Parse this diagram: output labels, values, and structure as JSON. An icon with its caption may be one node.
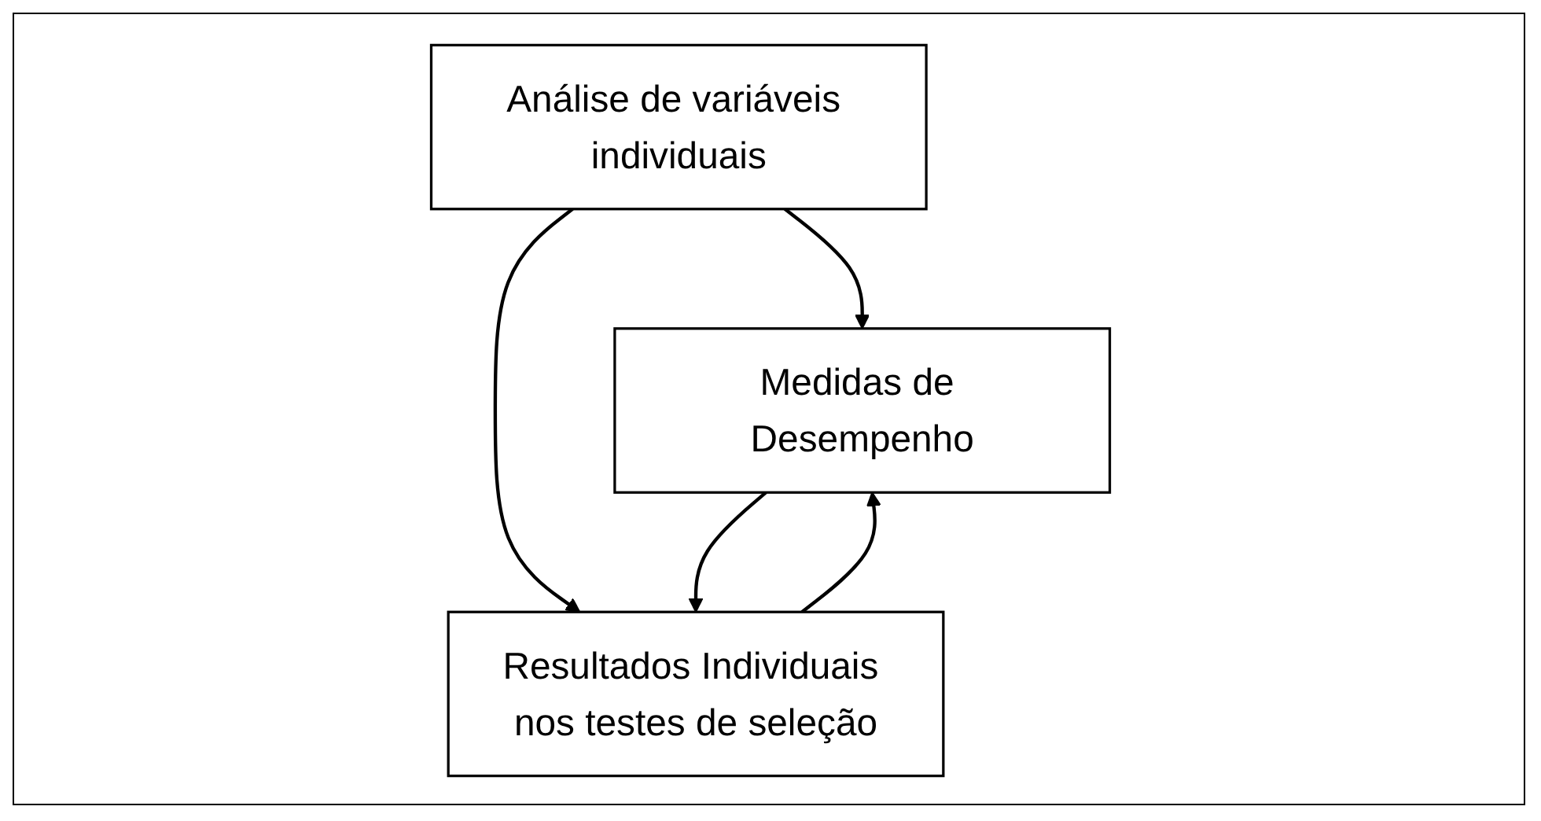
{
  "diagram": {
    "nodes": [
      {
        "text": [
          "Análise de variáveis individuais"
        ]
      },
      {
        "text": [
          "Medidas de Desempenho"
        ]
      },
      {
        "text": [
          "Resultados Individuais nos testes de seleção"
        ]
      }
    ],
    "edges": [
      {
        "from": 0,
        "to": 1,
        "arrow": "to"
      },
      {
        "from": 0,
        "to": 2,
        "arrow": "to"
      },
      {
        "from": 2,
        "to": 1,
        "arrow": "to"
      },
      {
        "from": 1,
        "to": 2,
        "arrow": "to"
      }
    ]
  }
}
